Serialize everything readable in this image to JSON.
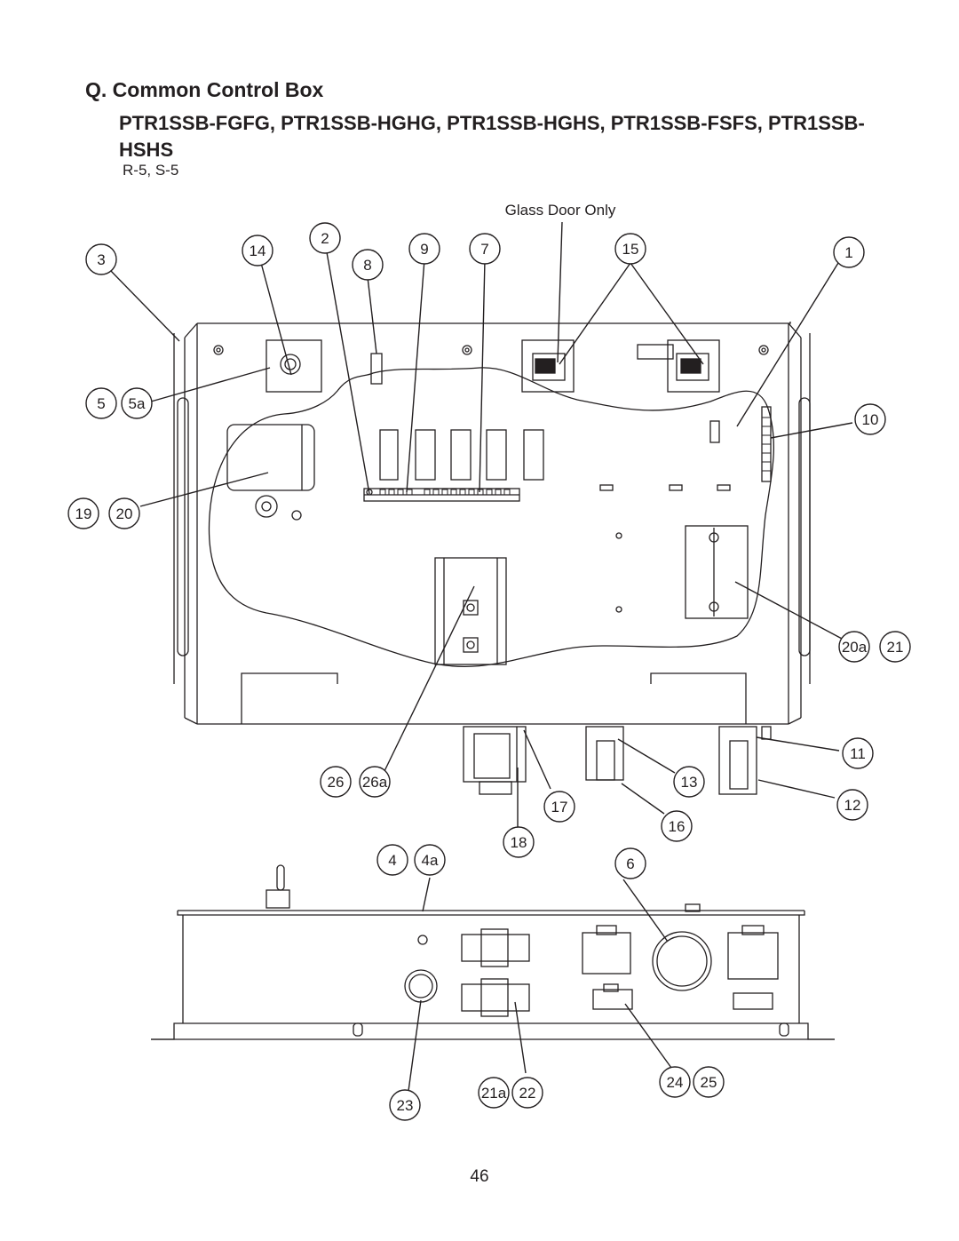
{
  "header": {
    "title": "Q. Common Control Box",
    "models": "PTR1SSB-FGFG, PTR1SSB-HGHG, PTR1SSB-HGHS, PTR1SSB-FSFS, PTR1SSB-HSHS",
    "variant": "R-5, S-5"
  },
  "diagram": {
    "annotation": "Glass Door Only",
    "callouts": [
      "1",
      "2",
      "3",
      "4",
      "4a",
      "5",
      "5a",
      "6",
      "7",
      "8",
      "9",
      "10",
      "11",
      "12",
      "13",
      "14",
      "15",
      "16",
      "17",
      "18",
      "19",
      "20",
      "20a",
      "21",
      "21a",
      "22",
      "23",
      "24",
      "25",
      "26",
      "26a"
    ]
  },
  "footer": {
    "page_number": "46"
  }
}
